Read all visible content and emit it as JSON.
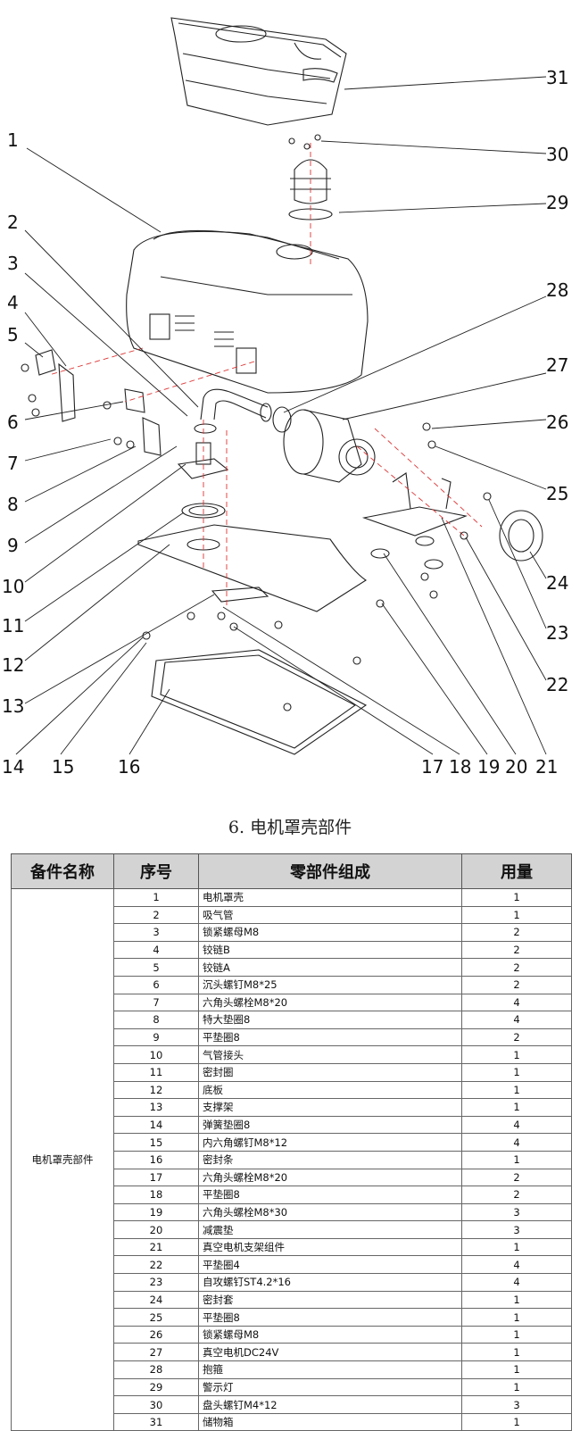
{
  "figure": {
    "callouts": [
      "1",
      "2",
      "3",
      "4",
      "5",
      "6",
      "7",
      "8",
      "9",
      "10",
      "11",
      "12",
      "13",
      "14",
      "15",
      "16",
      "17",
      "18",
      "19",
      "20",
      "21",
      "22",
      "23",
      "24",
      "25",
      "26",
      "27",
      "28",
      "29",
      "30",
      "31"
    ],
    "caption": "6. 电机罩壳部件"
  },
  "table": {
    "headers": [
      "备件名称",
      "序号",
      "零部件组成",
      "用量"
    ],
    "group_name": "电机罩壳部件",
    "rows": [
      {
        "idx": "1",
        "name": "电机罩壳",
        "qty": "1"
      },
      {
        "idx": "2",
        "name": "吸气管",
        "qty": "1"
      },
      {
        "idx": "3",
        "name": "锁紧螺母M8",
        "qty": "2"
      },
      {
        "idx": "4",
        "name": "铰链B",
        "qty": "2"
      },
      {
        "idx": "5",
        "name": "铰链A",
        "qty": "2"
      },
      {
        "idx": "6",
        "name": "沉头螺钉M8*25",
        "qty": "2"
      },
      {
        "idx": "7",
        "name": "六角头螺栓M8*20",
        "qty": "4"
      },
      {
        "idx": "8",
        "name": "特大垫圈8",
        "qty": "4"
      },
      {
        "idx": "9",
        "name": "平垫圈8",
        "qty": "2"
      },
      {
        "idx": "10",
        "name": "气管接头",
        "qty": "1"
      },
      {
        "idx": "11",
        "name": "密封圈",
        "qty": "1"
      },
      {
        "idx": "12",
        "name": "底板",
        "qty": "1"
      },
      {
        "idx": "13",
        "name": "支撑架",
        "qty": "1"
      },
      {
        "idx": "14",
        "name": "弹簧垫圈8",
        "qty": "4"
      },
      {
        "idx": "15",
        "name": "内六角螺钉M8*12",
        "qty": "4"
      },
      {
        "idx": "16",
        "name": "密封条",
        "qty": "1"
      },
      {
        "idx": "17",
        "name": "六角头螺栓M8*20",
        "qty": "2"
      },
      {
        "idx": "18",
        "name": "平垫圈8",
        "qty": "2"
      },
      {
        "idx": "19",
        "name": "六角头螺栓M8*30",
        "qty": "3"
      },
      {
        "idx": "20",
        "name": "减震垫",
        "qty": "3"
      },
      {
        "idx": "21",
        "name": "真空电机支架组件",
        "qty": "1"
      },
      {
        "idx": "22",
        "name": "平垫圈4",
        "qty": "4"
      },
      {
        "idx": "23",
        "name": "自攻螺钉ST4.2*16",
        "qty": "4"
      },
      {
        "idx": "24",
        "name": "密封套",
        "qty": "1"
      },
      {
        "idx": "25",
        "name": "平垫圈8",
        "qty": "1"
      },
      {
        "idx": "26",
        "name": "锁紧螺母M8",
        "qty": "1"
      },
      {
        "idx": "27",
        "name": "真空电机DC24V",
        "qty": "1"
      },
      {
        "idx": "28",
        "name": "抱箍",
        "qty": "1"
      },
      {
        "idx": "29",
        "name": "警示灯",
        "qty": "1"
      },
      {
        "idx": "30",
        "name": "盘头螺钉M4*12",
        "qty": "3"
      },
      {
        "idx": "31",
        "name": "储物箱",
        "qty": "1"
      }
    ]
  }
}
